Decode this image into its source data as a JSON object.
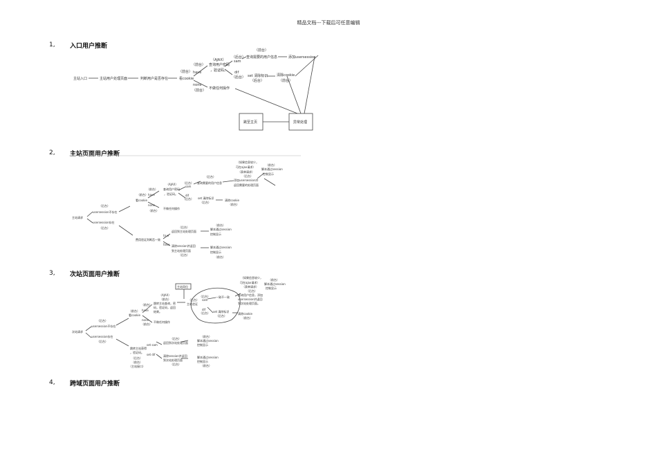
{
  "header": {
    "text": "精品文档---下载后可任意编辑"
  },
  "sections": [
    {
      "num": "1,",
      "title": "入口用户推断"
    },
    {
      "num": "2,",
      "title": "主站页面用户推断"
    },
    {
      "num": "3,",
      "title": "次站页面用户推断"
    },
    {
      "num": "4,",
      "title": "跨域页面用户推断"
    }
  ],
  "d1": {
    "n_entry": "主站入口",
    "n_page": "主站用户处理页面",
    "n_judge": "判断用户是否存在",
    "n_houtai1": "（前台）",
    "n_have": "have",
    "n_cookie": "看cookie",
    "n_none": "none",
    "n_houtai2": "（前台）",
    "n_noop": "不做任何操作",
    "n_ajax": "（AJAX）",
    "n_query": "查询用户密码",
    "n_verify": "，验证码。",
    "n_ht1": "（后台）",
    "n_sam": "sam",
    "n_diff": "dif",
    "n_ht2": "（后台）",
    "n_ht3": "（前台）",
    "n_query2": "查询需要的用户信息",
    "n_add": "添加usersession",
    "n_set": "set 清除标识",
    "n_ht4": "（后台）",
    "n_clear": "清除cookie",
    "n_qt": "（前台）",
    "box_home": "跳至主页",
    "box_exc": "异常处理"
  },
  "d2": {
    "n_req": "主站请求",
    "n_ht": "（后台）",
    "n_notexist": "usersession不存在",
    "n_exist": "usersession存在",
    "n_ht2": "（后台）",
    "n_qt1": "（前台）",
    "n_have": "have",
    "n_cookie": "看cookie",
    "n_none": "none",
    "n_qt2": "（前台）",
    "n_noop": "不做任何操作",
    "n_ajax": "（AJAX）",
    "n_query": "查询用户密码",
    "n_verify": "，验证码。",
    "n_ht3": "（后台）",
    "n_sam": "sam",
    "n_diff": "dif",
    "n_ht4": "（后台）",
    "n_ht5": "（后台）",
    "n_query2": "查询需要的用户信息",
    "n_set": "set 清除标识",
    "n_ht6": "（后台）",
    "n_clear": "清除cookie",
    "n_qt3": "（前台）",
    "n_note1": "（如果信息较少，",
    "n_note2": "可在ajax请求）",
    "n_note3": "（表单请求）",
    "n_note4": "（后台）",
    "n_note5": "添加usersession并",
    "n_note6": "返回需要的处理页面",
    "n_qt4": "（前台）",
    "n_script": "脚本通过session",
    "n_show": "控制显示",
    "n_verify2": "费用验证判断否一致",
    "n_true": "true",
    "n_false": "false",
    "n_ht7": "（后台）",
    "n_ret": "返回到主站处理页面",
    "n_qt5": "（前台）",
    "n_script2": "脚本通过session",
    "n_show2": "控制显示",
    "n_clear2": "清除session并返回",
    "n_ret2": "到主站处理页面",
    "n_ht8": "（后台）",
    "n_script3": "脚本通过session",
    "n_show3": "控制显示",
    "n_qt6": "（前台）"
  },
  "d3": {
    "n_req": "次站请求",
    "n_ht": "（后台）",
    "n_notexist": "usersession不存在",
    "n_exist": "usersession存在",
    "n_ht2": "（后台）",
    "box": "主站同位",
    "n_qt1": "（前台）",
    "n_have": "have",
    "n_cookie": "看cookie",
    "n_none": "none",
    "n_qt2": "（前台）",
    "n_noop": "不做任何操作",
    "n_ajax": "（AJAX）",
    "n_qt3": "（前台）",
    "n_jump1": "跳转主站查询，密",
    "n_jump2": "码，验证码，返回",
    "n_jump3": "结果。",
    "n_ht3": "（后台）",
    "n_mainv": "主站验证",
    "n_qt4": "（前台）",
    "n_ht4": "（后台）",
    "n_sam": "sam",
    "n_diff": "dif",
    "n_ht5": "（后台）",
    "n_cmp": "一致不一致",
    "n_set": "set 清除标识",
    "n_ht6": "（后台）",
    "n_clear": "清除cookie",
    "n_qt5": "（前台）",
    "n_note1": "（如果信息较少，",
    "n_note2": "可在ajax请求）",
    "n_note3": "（表单请求）",
    "n_note4": "（后台）",
    "n_note5": "查询用户信息，添加",
    "n_note6": "usersession并返回",
    "n_note7": "到次站处理页面。",
    "n_qt6": "（前台）",
    "n_script": "脚本通过session",
    "n_show": "控制显示",
    "n_jump4": "跳转主站获得",
    "n_jump5": "，验证码。",
    "n_set2": "set sam",
    "n_diff2": "set dif",
    "n_ht7": "（后台）",
    "n_ret": "返回到次站处理页面",
    "n_qt7": "（前台）",
    "n_script2": "脚本通过session",
    "n_show2": "控制显示",
    "n_ht8": "（后台）",
    "n_ret2": "（前台）",
    "n_mainent": "（主站接口）",
    "n_clear2": "清除session并返回",
    "n_ret3": "到次站处理页面",
    "n_ht9": "（后台）",
    "n_script3": "脚本通过session",
    "n_show3": "控制显示",
    "n_qt8": "（前台）"
  }
}
